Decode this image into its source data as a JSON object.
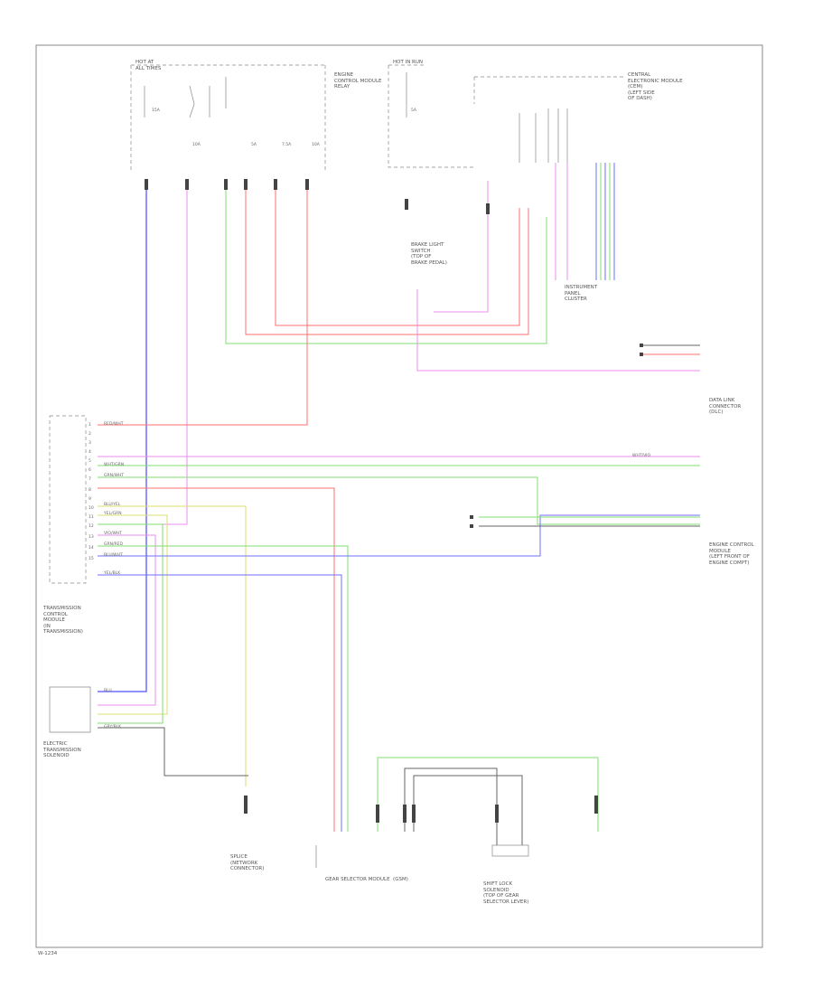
{
  "components": {
    "tcm": "TRANSMISSION\nCONTROL\nMODULE\n(IN\nTRANSMISSION)",
    "solenoid": "ELECTRIC\nTRANSMISSION\nSOLENOID",
    "gear_selector": "GEAR SELECTOR MODULE  (GSM)",
    "shift_lock": "SHIFT LOCK\nSOLENOID\n(TOP OF GEAR\nSELECTOR LEVER)",
    "splice_connector": "SPLICE\n(NETWORK\nCONNECTOR)",
    "instrument_panel": "INSTRUMENT\nPANEL\nCLUSTER",
    "dlc": "DATA LINK\nCONNECTOR\n(DLC)",
    "ecm": "ENGINE CONTROL\nMODULE\n(LEFT FRONT OF\nENGINE COMPT)",
    "fuse_box_top": "HOT AT\nALL TIMES",
    "hot_in_run": "HOT IN RUN",
    "central_electronic_module": "CENTRAL\nELECTRONIC MODULE\n(CEM)\n(LEFT SIDE\nOF DASH)",
    "relay": "ENGINE\nCONTROL MODULE\nRELAY",
    "brake_switch": "BRAKE LIGHT\nSWITCH\n(TOP OF\nBRAKE PEDAL)"
  },
  "pin_labels": [
    "1",
    "2",
    "3",
    "4",
    "5",
    "6",
    "7",
    "8",
    "9",
    "10",
    "11",
    "12",
    "13",
    "14",
    "15"
  ],
  "wire_codes": {
    "red_top": "RED/WHT",
    "wht_grn": "WHT/GRN",
    "grn_wht": "GRN/WHT",
    "blu_yel": "BLU/YEL",
    "yel_grn": "YEL/GRN",
    "vio_wht": "VIO/WHT",
    "grn_red": "GRN/RED",
    "blu_wht": "BLU/WHT",
    "wht_vio": "WHT/VIO",
    "yel_blk": "YEL/BLK",
    "blu": "BLU",
    "gry_blk": "GRY/BLK"
  },
  "fuse_labels": [
    "15A",
    "10A",
    "5A",
    "7.5A",
    "10A",
    "5A"
  ],
  "footer_id": "W-1234",
  "colors": {
    "red": "#ff7070",
    "green": "#7fdf6f",
    "pink": "#ee8fee",
    "blue": "#6f6fff",
    "yellow": "#dede70",
    "gray": "#666666",
    "border": "#888888"
  }
}
